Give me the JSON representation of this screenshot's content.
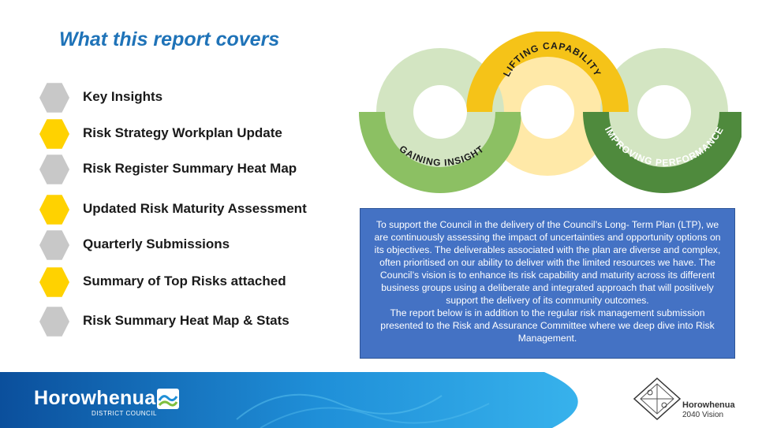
{
  "slide": {
    "title": "What this report covers",
    "agenda": [
      {
        "label": "Key Insights",
        "marker": "grey"
      },
      {
        "label": "Risk Strategy Workplan Update",
        "marker": "yellow"
      },
      {
        "label": "Risk Register Summary Heat Map",
        "marker": "grey"
      },
      {
        "label": "Updated Risk Maturity Assessment",
        "marker": "yellow"
      },
      {
        "label": "Quarterly Submissions",
        "marker": "grey"
      },
      {
        "label": "Summary of Top Risks attached",
        "marker": "yellow"
      },
      {
        "label": "Risk Summary Heat Map & Stats",
        "marker": "grey"
      }
    ]
  },
  "diagram": {
    "labels": {
      "gaining": "GAINING INSIGHT",
      "lifting": "LIFTING CAPABILITY",
      "improving": "IMPROVING PERFORMANCE"
    }
  },
  "infobox": {
    "paragraph1": "To support the Council in the delivery of the Council’s Long- Term Plan (LTP), we are continuously assessing the impact of uncertainties and opportunity options on its objectives. The deliverables associated with the plan are diverse and complex, often prioritised on our ability to deliver with the limited resources we have. The Council’s vision is to enhance its risk capability and maturity across its different business groups using a deliberate and integrated approach that will positively support the delivery of its community outcomes.",
    "paragraph2": "The report below is in addition to the regular risk management submission presented to the Risk and Assurance Committee where we deep dive into Risk Management."
  },
  "footer": {
    "brand_name": "Horowhenua",
    "brand_sub": "DISTRICT COUNCIL",
    "vision_name": "Horowhenua",
    "vision_sub": "2040 Vision"
  },
  "colors": {
    "title": "#1f73b8",
    "marker_grey": "#c8c8c8",
    "marker_yellow": "#ffd200",
    "infobox": "#4472c4",
    "footer": "#1a8fd6"
  },
  "icons": {
    "brand": "horowhenua-wave-logo",
    "vision": "vision-2040-diamond-logo"
  }
}
